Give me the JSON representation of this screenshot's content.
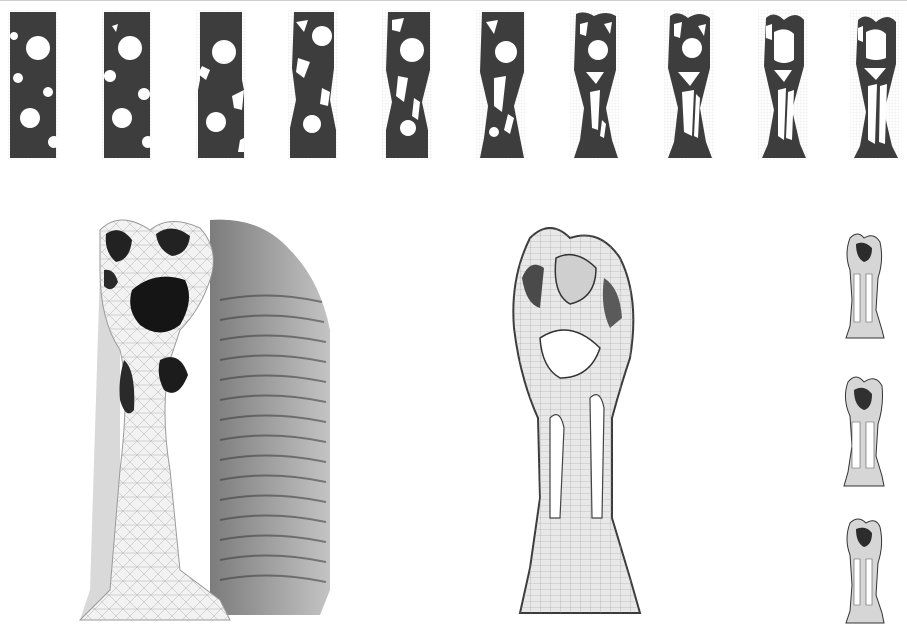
{
  "figure": {
    "background": "#ffffff",
    "ink": "#3d3d3d",
    "grid_tint": "#e6e6e6"
  },
  "optimization_sequence": {
    "frame_count": 10,
    "description_icon": "topology-frame-icon"
  },
  "renders": {
    "main_view": "perspective-mesh-render",
    "section_view": "wireframe-section-render",
    "thumbnails": 3
  }
}
